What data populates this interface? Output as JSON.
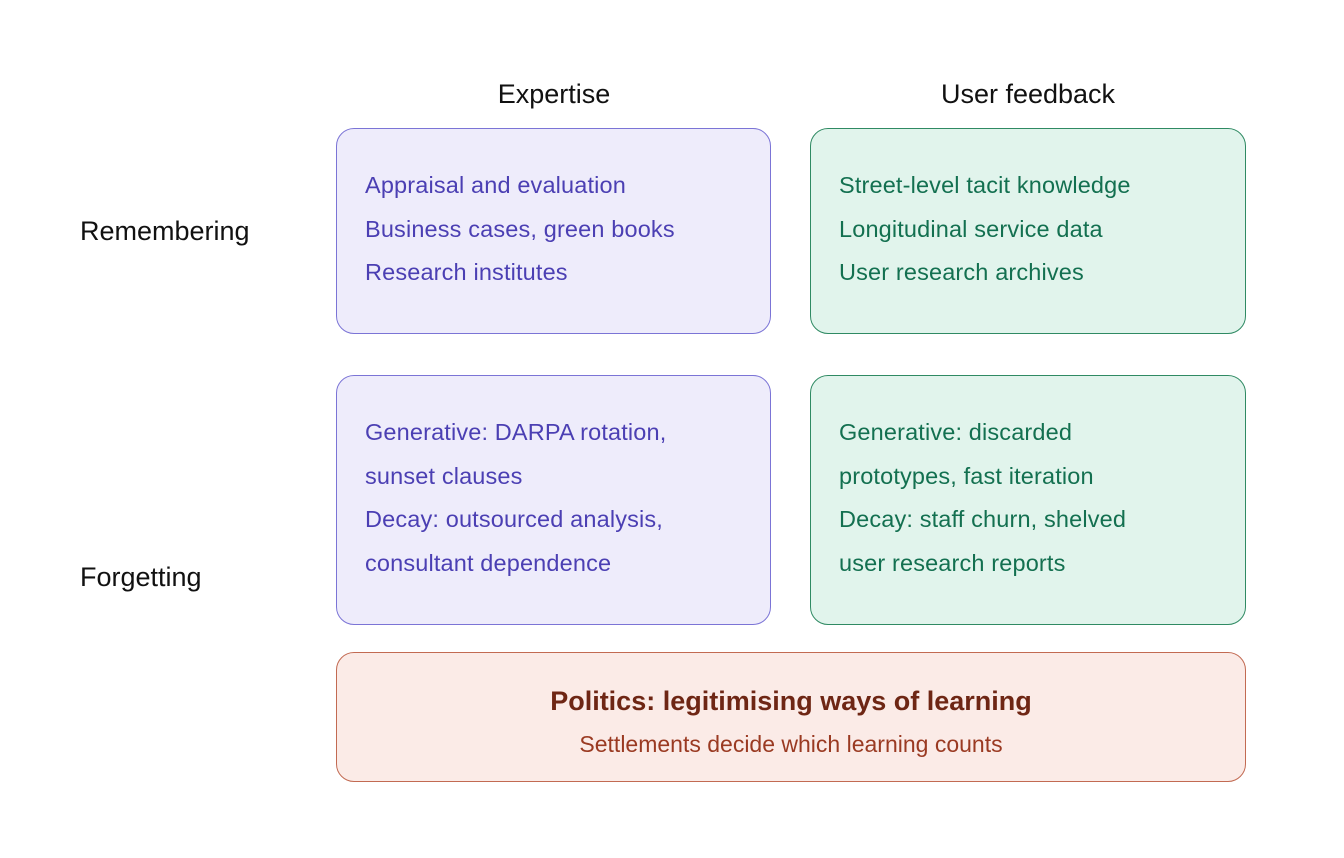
{
  "columns": {
    "expertise": "Expertise",
    "user_feedback": "User feedback"
  },
  "rows": {
    "remembering": "Remembering",
    "forgetting": "Forgetting"
  },
  "cells": {
    "remembering_expertise": [
      "Appraisal and evaluation",
      "Business cases, green books",
      "Research institutes"
    ],
    "remembering_user_feedback": [
      "Street-level tacit knowledge",
      "Longitudinal service data",
      "User research archives"
    ],
    "forgetting_expertise": [
      "Generative: DARPA rotation,",
      "sunset clauses",
      "Decay: outsourced analysis,",
      "consultant dependence"
    ],
    "forgetting_user_feedback": [
      "Generative: discarded",
      "prototypes, fast iteration",
      "Decay: staff churn, shelved",
      "user research reports"
    ]
  },
  "politics": {
    "title": "Politics: legitimising ways of learning",
    "subtitle": "Settlements decide which learning counts"
  },
  "colors": {
    "expertise_fill": "#eeecfb",
    "expertise_stroke": "#7b74d6",
    "expertise_text": "#4b3fb3",
    "feedback_fill": "#e1f4ec",
    "feedback_stroke": "#2f8a63",
    "feedback_text": "#137050",
    "politics_fill": "#fbebe7",
    "politics_stroke": "#c26a52",
    "politics_title": "#6e2614",
    "politics_text": "#9a3a22"
  }
}
